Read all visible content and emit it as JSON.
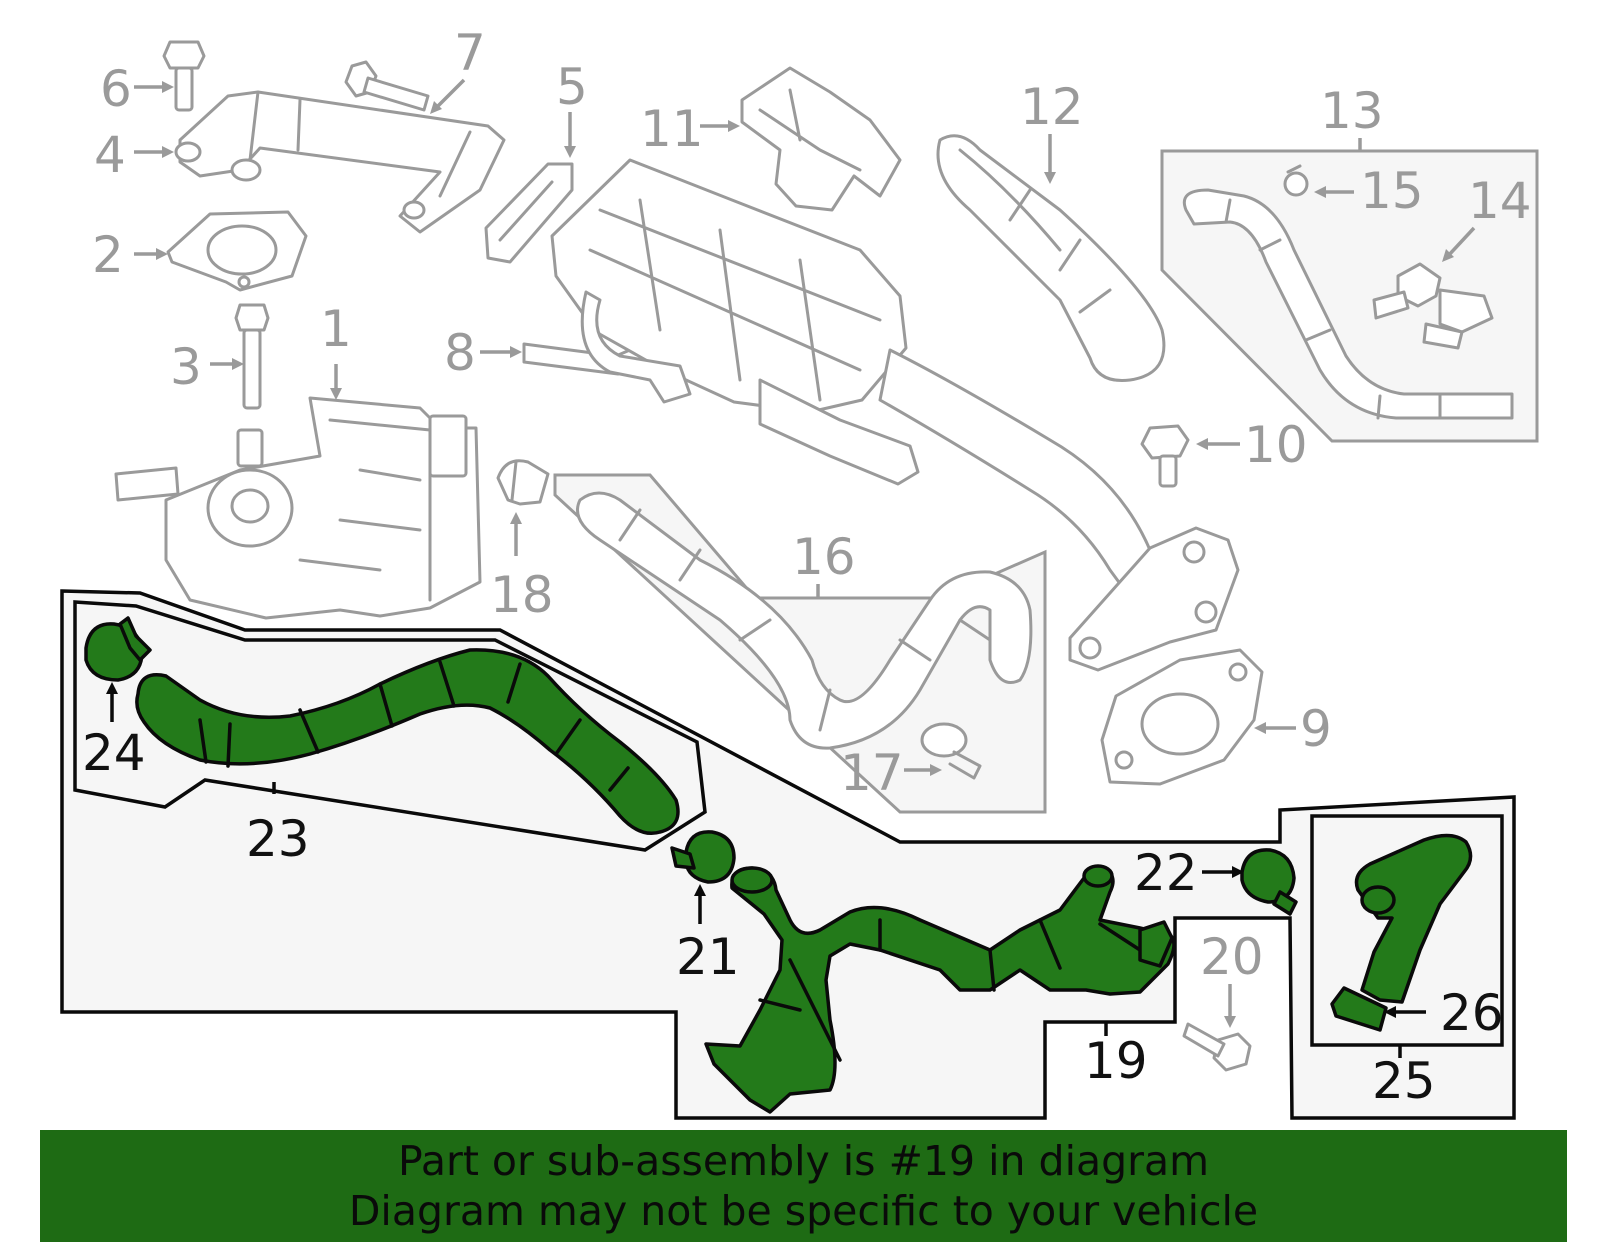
{
  "colors": {
    "highlight": "#1e6b14",
    "part_fill": "#237a1a",
    "unselected": "#9a9a9a",
    "outline": "#0a0a0a"
  },
  "labels": {
    "l1": "1",
    "l2": "2",
    "l3": "3",
    "l4": "4",
    "l5": "5",
    "l6": "6",
    "l7": "7",
    "l8": "8",
    "l9": "9",
    "l10": "10",
    "l11": "11",
    "l12": "12",
    "l13": "13",
    "l14": "14",
    "l15": "15",
    "l16": "16",
    "l17": "17",
    "l18": "18",
    "l19": "19",
    "l20": "20",
    "l21": "21",
    "l22": "22",
    "l23": "23",
    "l24": "24",
    "l25": "25",
    "l26": "26"
  },
  "banner": {
    "line1": "Part or sub-assembly is #19 in diagram",
    "line2": "Diagram may not be specific to your vehicle"
  }
}
